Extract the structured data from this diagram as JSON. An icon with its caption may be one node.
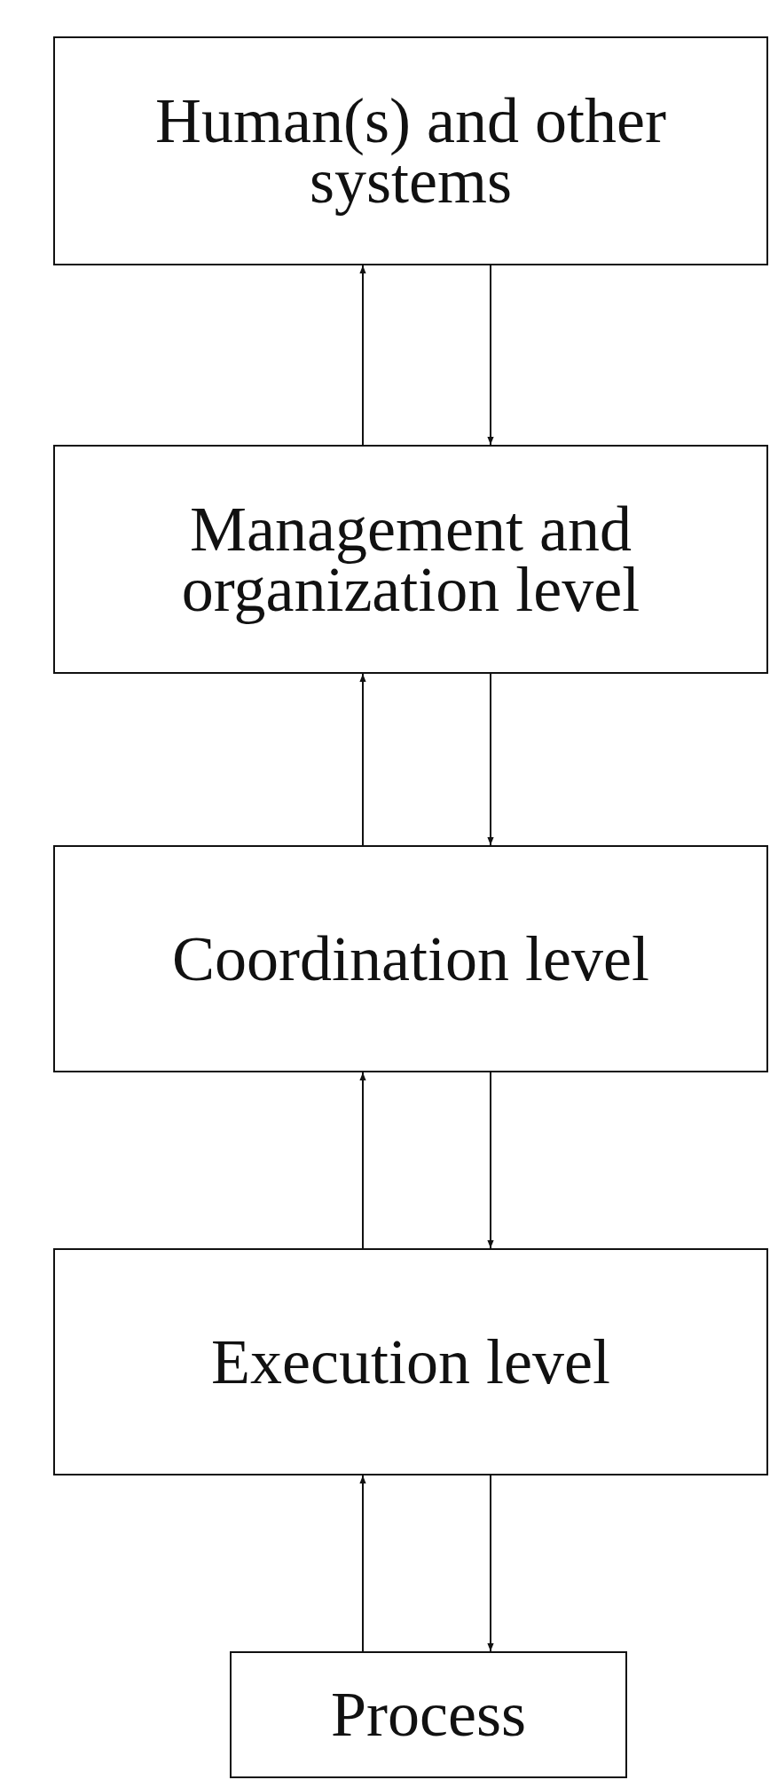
{
  "diagram": {
    "nodes": [
      {
        "text": [
          "Human(s) and other systems"
        ]
      },
      {
        "text": [
          "Management and organization level"
        ]
      },
      {
        "text": [
          "Coordination level"
        ]
      },
      {
        "text": [
          "Execution level"
        ]
      },
      {
        "text": [
          "Process"
        ]
      }
    ],
    "edges": [
      {
        "from": 1,
        "to": 0,
        "arrow": "to"
      },
      {
        "from": 0,
        "to": 1,
        "arrow": "to"
      },
      {
        "from": 2,
        "to": 1,
        "arrow": "to"
      },
      {
        "from": 1,
        "to": 2,
        "arrow": "to"
      },
      {
        "from": 3,
        "to": 2,
        "arrow": "to"
      },
      {
        "from": 2,
        "to": 3,
        "arrow": "to"
      },
      {
        "from": 4,
        "to": 3,
        "arrow": "to"
      },
      {
        "from": 3,
        "to": 4,
        "arrow": "to"
      }
    ]
  }
}
